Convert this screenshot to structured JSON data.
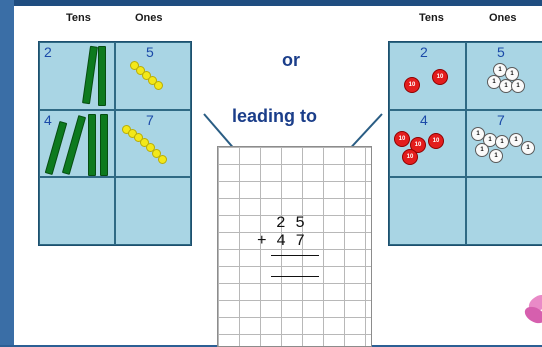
{
  "left_panel": {
    "tens_header": "Tens",
    "ones_header": "Ones",
    "row1": {
      "tens": "2",
      "ones": "5"
    },
    "row2": {
      "tens": "4",
      "ones": "7"
    }
  },
  "right_panel": {
    "tens_header": "Tens",
    "ones_header": "Ones",
    "row1": {
      "tens": "2",
      "ones": "5"
    },
    "row2": {
      "tens": "4",
      "ones": "7"
    },
    "ten_coin_label": "10",
    "one_coin_label": "1"
  },
  "middle": {
    "or": "or",
    "leading_to": "leading to",
    "top_number": "2 5",
    "operator_row": "+ 4 7"
  },
  "colors": {
    "ten_rod": "#0d7a1e",
    "unit_bead": "#f3e81a",
    "ten_coin": "#e31d1d",
    "arrow": "#2a5d84"
  },
  "icons": [
    "ten-rod-icon",
    "unit-bead-icon",
    "ten-coin-icon",
    "one-coin-icon",
    "arrow-icon",
    "logo-icon"
  ]
}
